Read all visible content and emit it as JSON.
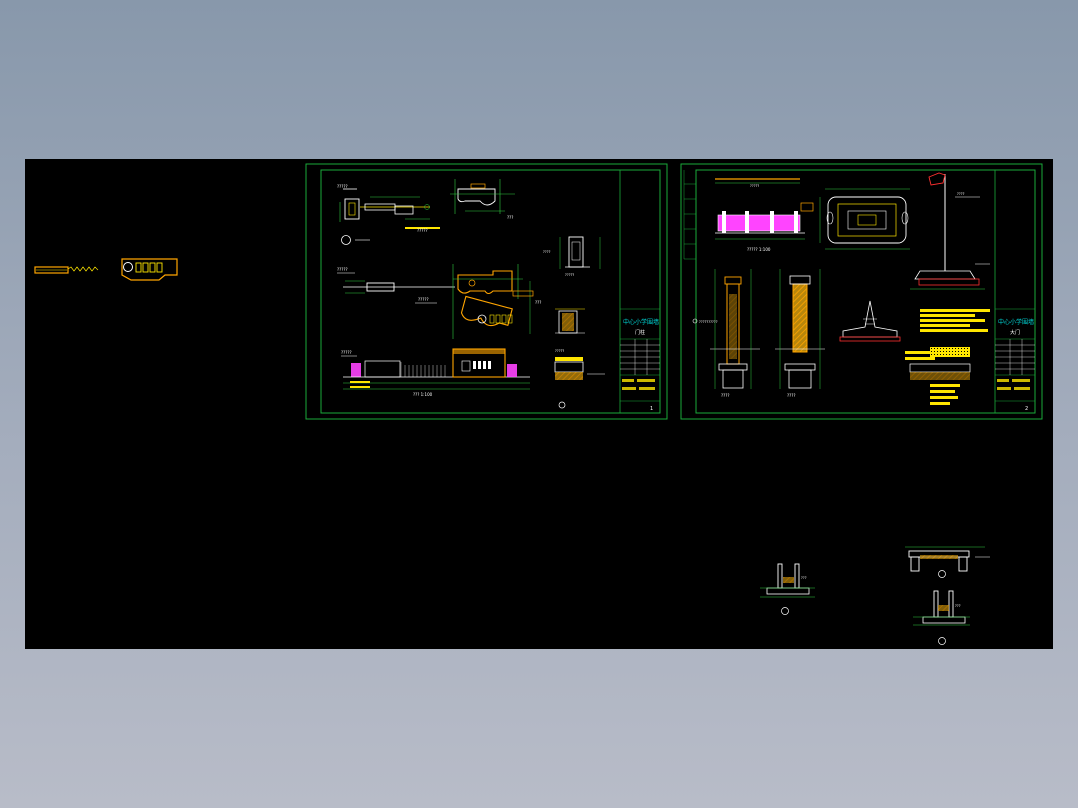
{
  "viewer": {
    "backdrop_colors": [
      "#8898ab",
      "#b8bcc8"
    ],
    "canvas_color": "#000000"
  },
  "sheet1": {
    "title_text": "中心小学围墙",
    "subtitle_text": "门柱",
    "sheet_no": "1"
  },
  "sheet2": {
    "title_text": "中心小学围墙",
    "subtitle_text": "大门",
    "sheet_no": "2"
  },
  "colors": {
    "frame": "#1aaa3a",
    "dim": "#2ecc40",
    "yellow": "#ffe600",
    "orange": "#ffa500",
    "magenta": "#ff44ff",
    "white": "#ffffff",
    "cyan": "#00d8d8",
    "red": "#ff3030"
  }
}
